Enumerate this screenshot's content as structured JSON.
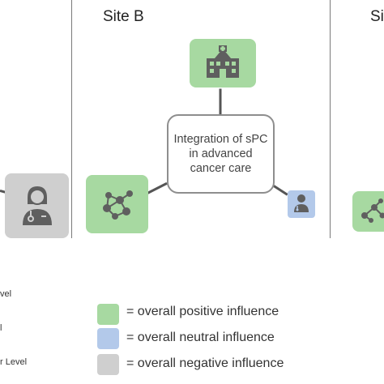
{
  "sites": {
    "site_b": "Site B",
    "site_c_partial": "Si"
  },
  "center": {
    "label": "Integration of sPC in advanced cancer care"
  },
  "left_labels": [
    "vel",
    "l",
    "r Level"
  ],
  "legend": [
    {
      "label": "= overall positive influence",
      "color": "#a7d9a1"
    },
    {
      "label": "= overall neutral influence",
      "color": "#b3c9ea"
    },
    {
      "label": "= overall negative influence",
      "color": "#cfcfcf"
    }
  ],
  "icons": {
    "hospital": "hospital-icon",
    "network": "network-icon",
    "doctor": "doctor-icon"
  }
}
